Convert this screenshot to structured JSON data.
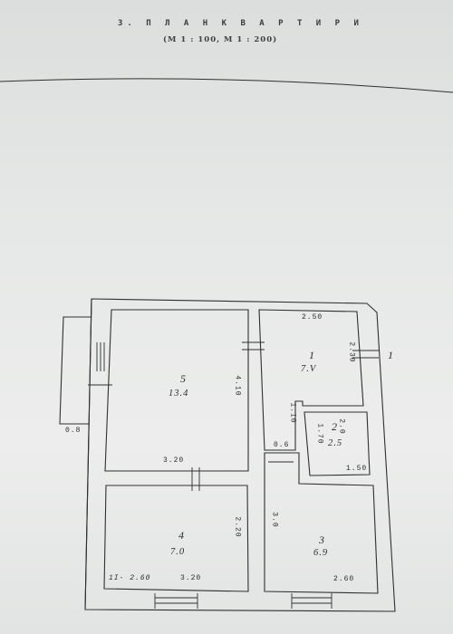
{
  "header": {
    "title": "3.  П Л А Н   К В А Р Т И Р И",
    "scale": "(М 1 : 100, М 1 : 200)"
  },
  "rooms": [
    {
      "number": "5",
      "area": "13.4"
    },
    {
      "number": "1",
      "area": "7.V"
    },
    {
      "number": "2",
      "area": "2.5"
    },
    {
      "number": "4",
      "area": "7.0"
    },
    {
      "number": "3",
      "area": "6.9"
    }
  ],
  "dimensions": {
    "r1_top": "2.50",
    "r1_right": "2.30",
    "entry_marker": "1",
    "r5_right": "4.10",
    "r5_bottom": "3.20",
    "hall_small": "1.10",
    "r2_left": "1.70",
    "r2_right": "2.0",
    "r2_bottom": "1.50",
    "hall_gap": "0.6",
    "balcony": "0.8",
    "r4_right": "2.20",
    "r4_bottom": "3.20",
    "r4_corner": "1I- 2.60",
    "r3_left": "3.0",
    "r3_bottom": "2.60"
  },
  "colors": {
    "paper": "#e6e8e7",
    "ink": "#2e3031"
  }
}
